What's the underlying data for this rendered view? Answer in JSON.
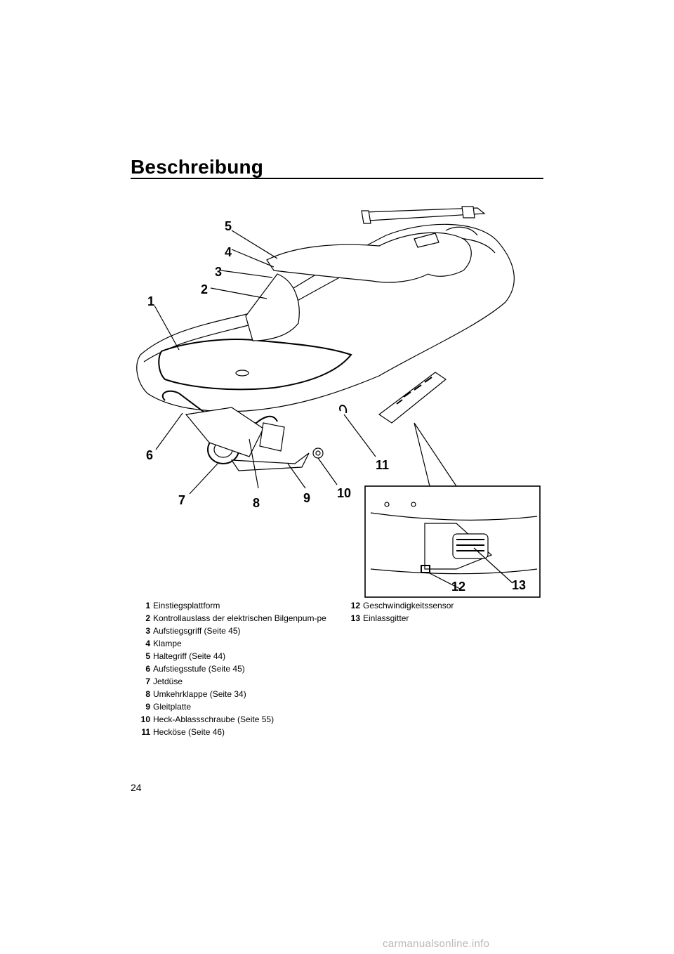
{
  "page": {
    "title": "Beschreibung",
    "page_number": "24",
    "watermark": "carmanualsonline.info"
  },
  "figure": {
    "callouts": [
      "1",
      "2",
      "3",
      "4",
      "5",
      "6",
      "7",
      "8",
      "9",
      "10",
      "11",
      "12",
      "13"
    ]
  },
  "legend_left": [
    {
      "num": "1",
      "text": "Einstiegsplattform"
    },
    {
      "num": "2",
      "text": "Kontrollauslass der elektrischen Bilgenpum-pe"
    },
    {
      "num": "3",
      "text": "Aufstiegsgriff (Seite 45)"
    },
    {
      "num": "4",
      "text": "Klampe"
    },
    {
      "num": "5",
      "text": "Haltegriff (Seite 44)"
    },
    {
      "num": "6",
      "text": "Aufstiegsstufe (Seite 45)"
    },
    {
      "num": "7",
      "text": "Jetdüse"
    },
    {
      "num": "8",
      "text": "Umkehrklappe (Seite 34)"
    },
    {
      "num": "9",
      "text": "Gleitplatte"
    },
    {
      "num": "10",
      "text": "Heck-Ablassschraube (Seite 55)"
    },
    {
      "num": "11",
      "text": "Hecköse (Seite 46)"
    }
  ],
  "legend_right": [
    {
      "num": "12",
      "text": "Geschwindigkeitssensor"
    },
    {
      "num": "13",
      "text": "Einlassgitter"
    }
  ]
}
